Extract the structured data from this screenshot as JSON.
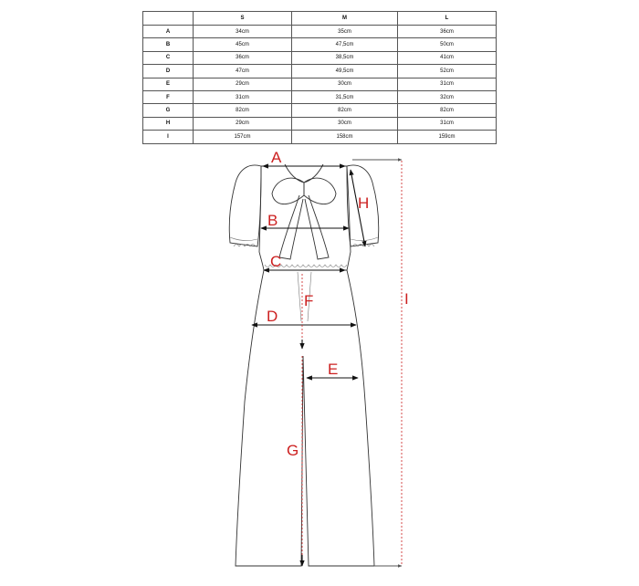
{
  "table": {
    "headers": [
      "",
      "S",
      "M",
      "L"
    ],
    "rows": [
      {
        "label": "A",
        "values": [
          "34cm",
          "35cm",
          "36cm"
        ]
      },
      {
        "label": "B",
        "values": [
          "45cm",
          "47,5cm",
          "50cm"
        ]
      },
      {
        "label": "C",
        "values": [
          "36cm",
          "38,5cm",
          "41cm"
        ]
      },
      {
        "label": "D",
        "values": [
          "47cm",
          "49,5cm",
          "52cm"
        ]
      },
      {
        "label": "E",
        "values": [
          "29cm",
          "30cm",
          "31cm"
        ]
      },
      {
        "label": "F",
        "values": [
          "31cm",
          "31,5cm",
          "32cm"
        ]
      },
      {
        "label": "G",
        "values": [
          "82cm",
          "82cm",
          "82cm"
        ]
      },
      {
        "label": "H",
        "values": [
          "29cm",
          "30cm",
          "31cm"
        ]
      },
      {
        "label": "I",
        "values": [
          "157cm",
          "158cm",
          "159cm"
        ]
      }
    ]
  },
  "diagram": {
    "labels": {
      "A": "A",
      "B": "B",
      "C": "C",
      "D": "D",
      "E": "E",
      "F": "F",
      "G": "G",
      "H": "H",
      "I": "I"
    },
    "label_color": "#cc1f1f"
  }
}
